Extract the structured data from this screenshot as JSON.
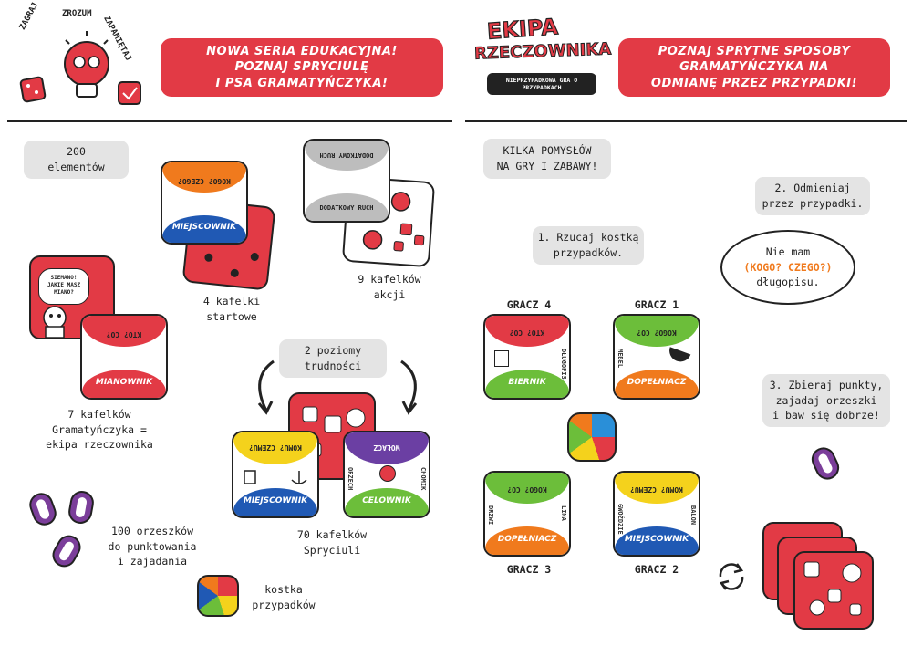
{
  "header_left": {
    "logo_words": [
      "ZAGRAJ",
      "ZROZUM",
      "ZAPAMIĘTAJ"
    ],
    "banner_lines": [
      "NOWA SERIA EDUKACYJNA!",
      "POZNAJ SPRYCIULĘ",
      "I PSA GRAMATYŃCZYKA!"
    ]
  },
  "header_right": {
    "logo_title_1": "EKIPA",
    "logo_title_2": "RZECZOWNIKA",
    "logo_subtitle": "NIEPRZYPADKOWA GRA O PRZYPADKACH",
    "banner_lines": [
      "POZNAJ SPRYTNE SPOSOBY",
      "GRAMATYŃCZYKA NA",
      "ODMIANĘ PRZEZ PRZYPADKI!"
    ]
  },
  "left": {
    "elements_lines": [
      "200",
      "elementów"
    ],
    "start_tiles_caption": [
      "4 kafelki",
      "startowe"
    ],
    "action_tiles_caption": [
      "9 kafelków",
      "akcji"
    ],
    "grammar_tiles_caption": [
      "7 kafelków",
      "Gramatyńczyka =",
      "ekipa rzeczownika"
    ],
    "levels_lines": [
      "2 poziomy",
      "trudności"
    ],
    "spryciula_caption": [
      "70 kafelków",
      "Spryciuli"
    ],
    "nuts_caption": [
      "100 orzeszków",
      "do punktowania",
      "i zajadania"
    ],
    "die_caption": [
      "kostka",
      "przypadków"
    ],
    "bubble_lines": [
      "SIEMANO!",
      "JAKIE MASZ",
      "MIANO?"
    ],
    "tile_start": {
      "top": "KOGO? CZEGO?",
      "bottom": "MIEJSCOWNIK"
    },
    "tile_action": {
      "top": "DODATKOWY RUCH",
      "bottom": "DODATKOWY RUCH"
    },
    "tile_grammar": {
      "top": "KTO? CO?",
      "bottom": "MIANOWNIK"
    },
    "tile_spry_1": {
      "top": "KOMU? CZEMU?",
      "bottom": "MIEJSCOWNIK"
    },
    "tile_spry_2": {
      "top": "WOŁACZ",
      "bottom": "CELOWNIK",
      "left_word": "ORZECH",
      "right_word": "CHOMIK"
    }
  },
  "right": {
    "ideas_lines": [
      "KILKA POMYSŁÓW",
      "NA GRY I ZABAWY!"
    ],
    "step1_lines": [
      "1. Rzucaj kostką",
      "przypadków."
    ],
    "step2_lines": [
      "2. Odmieniaj",
      "przez przypadki."
    ],
    "step3_lines": [
      "3. Zbieraj punkty,",
      "zajadaj orzeszki",
      "i baw się dobrze!"
    ],
    "speech_line1": "Nie mam",
    "speech_highlight": "(KOGO? CZEGO?)",
    "speech_line3": "długopisu.",
    "players": [
      "GRACZ 4",
      "GRACZ 1",
      "GRACZ 3",
      "GRACZ 2"
    ],
    "p4": {
      "top": "KTO? CO?",
      "bottom": "BIERNIK",
      "side": "DŁUGOPIS"
    },
    "p1": {
      "top": "KOGO? CO?",
      "bottom": "DOPEŁNIACZ",
      "side": "MEBEL"
    },
    "p3": {
      "top": "KOGO? CO?",
      "bottom": "DOPEŁNIACZ",
      "left_word": "DRZWI",
      "right_word": "LINA"
    },
    "p2": {
      "top": "KOMU? CZEMU?",
      "bottom": "MIEJSCOWNIK",
      "left_word": "GWOŹDZIE",
      "right_word": "BALON"
    }
  },
  "colors": {
    "accent_red": "#e23a45",
    "green": "#6cbe3a",
    "blue": "#2059b4",
    "orange": "#f07a1d",
    "yellow": "#f4d21c",
    "purple": "#6b3fa3"
  }
}
